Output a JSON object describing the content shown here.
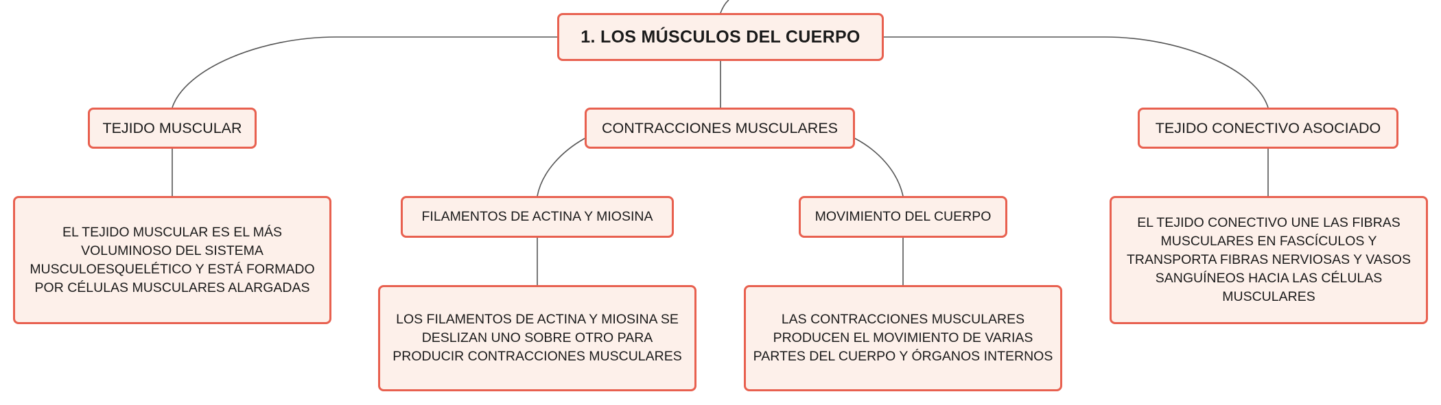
{
  "root": {
    "label": "1. LOS MÚSCULOS DEL CUERPO"
  },
  "branches": [
    {
      "label": "TEJIDO MUSCULAR",
      "description": "EL TEJIDO MUSCULAR ES EL MÁS VOLUMINOSO DEL SISTEMA MUSCULOESQUELÉTICO Y ESTÁ FORMADO POR CÉLULAS MUSCULARES ALARGADAS"
    },
    {
      "label": "CONTRACCIONES MUSCULARES",
      "children": [
        {
          "label": "FILAMENTOS DE ACTINA Y MIOSINA",
          "description": "LOS FILAMENTOS DE ACTINA Y MIOSINA SE DESLIZAN UNO SOBRE OTRO PARA PRODUCIR CONTRACCIONES MUSCULARES"
        },
        {
          "label": "MOVIMIENTO DEL CUERPO",
          "description": "LAS CONTRACCIONES MUSCULARES PRODUCEN EL MOVIMIENTO DE VARIAS PARTES DEL CUERPO Y ÓRGANOS INTERNOS"
        }
      ]
    },
    {
      "label": "TEJIDO CONECTIVO ASOCIADO",
      "description": "EL TEJIDO CONECTIVO UNE LAS FIBRAS MUSCULARES EN FASCÍCULOS Y TRANSPORTA FIBRAS NERVIOSAS Y VASOS SANGUÍNEOS HACIA LAS CÉLULAS MUSCULARES"
    }
  ],
  "colors": {
    "node_border": "#e8604f",
    "node_fill": "#fdf0ea",
    "connector": "#555555"
  }
}
